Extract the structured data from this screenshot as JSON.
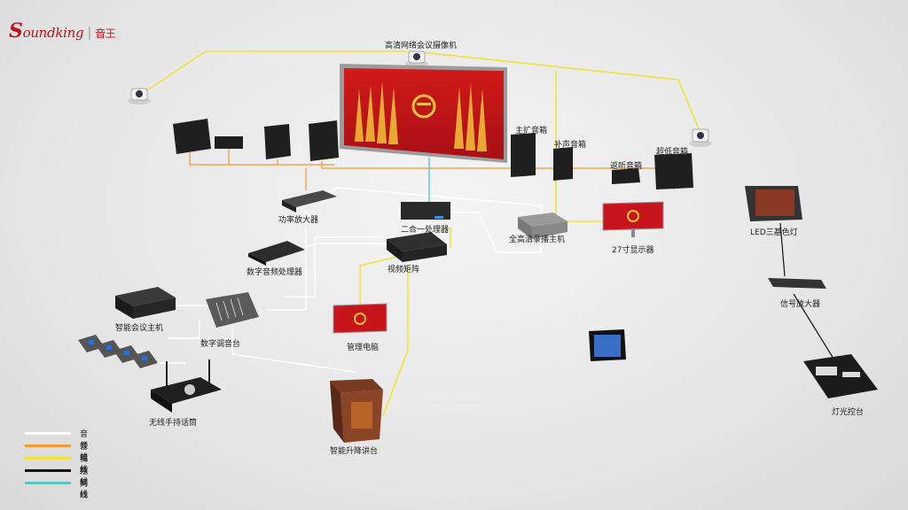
{
  "brand": {
    "name": "oundking",
    "initial": "S",
    "cn": "音王"
  },
  "labels": {
    "camera": "高清网络会议摄像机",
    "main_speaker": "主扩音箱",
    "fill_speaker": "补声音箱",
    "monitor_speaker": "返听音箱",
    "subwoofer": "超低音箱",
    "power_amp": "功率放大器",
    "two_in_one": "二合一处理器",
    "recorder": "全高清录播主机",
    "display27": "27寸显示器",
    "led_light": "LED三基色灯",
    "dsp": "数字音频处理器",
    "matrix": "视频矩阵",
    "signal_amp": "信号放大器",
    "conf_host": "智能会议主机",
    "mixer": "数字调音台",
    "pc": "管理电脑",
    "wireless_mic": "无线手持话筒",
    "podium": "智能升降讲台",
    "light_console": "灯光控台"
  },
  "legend": [
    {
      "label": "音频线",
      "color": "#ffffff"
    },
    {
      "label": "音箱线",
      "color": "#f39a32"
    },
    {
      "label": "视频线",
      "color": "#f2e23a"
    },
    {
      "label": "控制线",
      "color": "#111111"
    },
    {
      "label": "网线",
      "color": "#5fc4c4"
    }
  ],
  "colors": {
    "audio": "#ffffff",
    "speaker": "#f39a32",
    "video": "#f2e23a",
    "control": "#111111",
    "network": "#5fc4c4",
    "screen_red": "#c8141b",
    "brand_red": "#c0141c"
  }
}
